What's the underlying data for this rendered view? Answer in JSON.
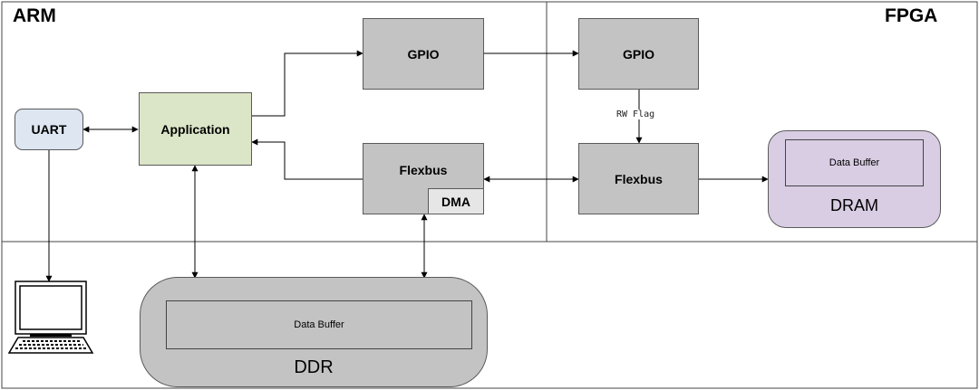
{
  "regions": {
    "arm": "ARM",
    "fpga": "FPGA"
  },
  "arm": {
    "uart": "UART",
    "application": "Application",
    "gpio": "GPIO",
    "flexbus": "Flexbus",
    "dma": "DMA",
    "ddr": {
      "label": "DDR",
      "buffer": "Data Buffer"
    }
  },
  "fpga": {
    "gpio": "GPIO",
    "flexbus": "Flexbus",
    "rw_flag": "RW Flag",
    "dram": {
      "label": "DRAM",
      "buffer": "Data Buffer"
    }
  },
  "colors": {
    "uart_fill": "#dde6f1",
    "app_fill": "#dbe5c7",
    "block_fill": "#c3c3c3",
    "dram_fill": "#d8cde3",
    "ddr_fill": "#c3c3c3"
  }
}
